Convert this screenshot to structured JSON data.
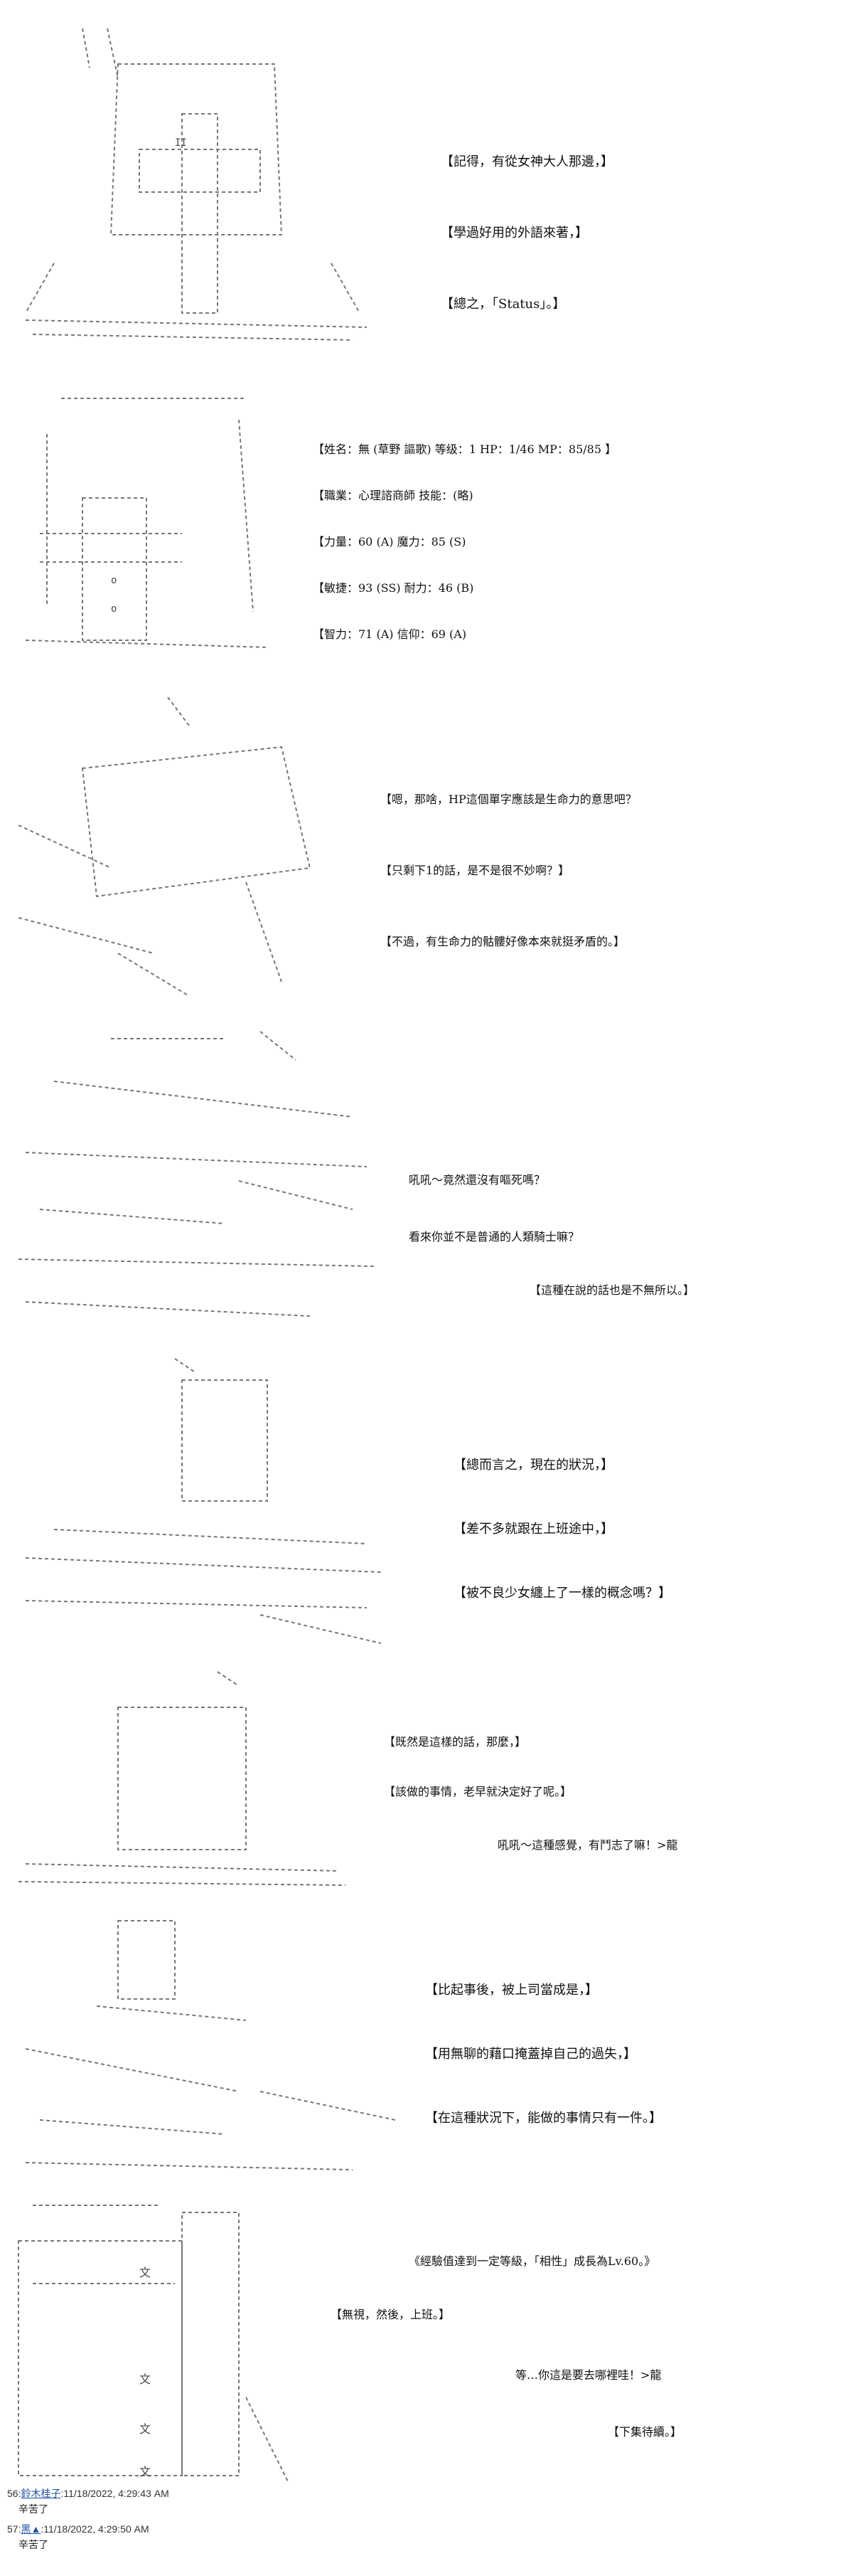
{
  "panels": [
    {
      "lines": [
        "【記得，有從女神大人那邊，】",
        "【學過好用的外語來著，】",
        "【總之，「Status」。】"
      ]
    },
    {
      "lines": [
        "【姓名：無 (草野 謳歌)   等级：1    HP：1/46   MP：85/85  】",
        "【職業：心理諮商師          技能：(略)",
        "【力量：60 (A)              魔力：85 (S)",
        "【敏捷：93 (SS)             耐力：46 (B)",
        "【智力：71 (A)              信仰：69 (A)"
      ]
    },
    {
      "lines": [
        "【嗯，那啥，HP這個單字應該是生命力的意思吧？",
        "【只剩下1的話，是不是很不妙啊？】",
        "【不過，有生命力的骷髏好像本來就挺矛盾的。】"
      ]
    },
    {
      "lines": [
        "吼吼～竟然還沒有嘔死嗎？",
        "看來你並不是普通的人類騎士嘛？",
        "【這種在說的話也是不無所以。】"
      ]
    },
    {
      "lines": [
        "【總而言之，現在的狀況，】",
        "【差不多就跟在上班途中，】",
        "【被不良少女纏上了一樣的概念嗎？】"
      ]
    },
    {
      "lines": [
        "【既然是這樣的話，那麼，】",
        "【該做的事情，老早就決定好了呢。】",
        "吼吼～這種感覺，有鬥志了嘛！>龍"
      ]
    },
    {
      "lines": [
        "【比起事後，被上司當成是，】",
        "【用無聊的藉口掩蓋掉自己的過失，】",
        "【在這種狀況下，能做的事情只有一件。】"
      ]
    },
    {
      "lines": [
        "《經驗值達到一定等級，「相性」成長為Lv.60。》",
        "【無視，然後，上班。】",
        "等…你這是要去哪裡哇！>龍",
        "【下集待續。】"
      ]
    }
  ],
  "comments": [
    {
      "num": "56:",
      "user": "鈴木桂子",
      "date": "11/18/2022, 4:29:43 AM",
      "body": "辛苦了"
    },
    {
      "num": "57:",
      "user": "黑▲",
      "date": "11/18/2022, 4:29:50 AM",
      "body": "辛苦了"
    }
  ]
}
